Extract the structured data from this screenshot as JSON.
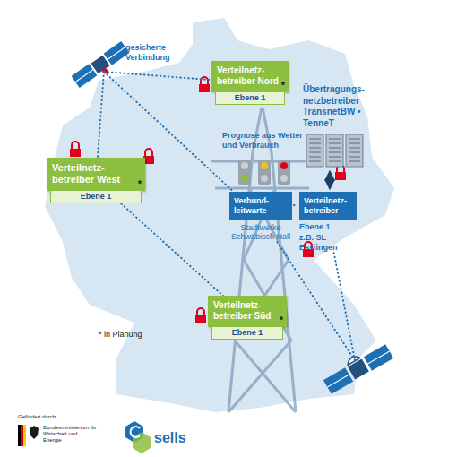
{
  "diagram": {
    "nodes": [
      {
        "text": [
          "Verteilnetz- betreiber Nord",
          "*",
          "Ebene 1"
        ]
      },
      {
        "text": [
          "Übertragungs- netzbetreiber TransnetBW • TenneT"
        ]
      },
      {
        "text": [
          "Verteilnetz- betreiber West",
          "*",
          "Ebene 1"
        ]
      },
      {
        "text": [
          "Verbund- leitwarte",
          "Stadtwerke Schwäbisch Hall"
        ]
      },
      {
        "text": [
          "Verteilnetz- betreiber",
          "Ebene 1",
          "z.B. SL Esslingen"
        ]
      },
      {
        "text": [
          "Verteilnetz- betreiber Süd",
          "*",
          "Ebene 1"
        ]
      }
    ],
    "edges": [
      {
        "from": 1,
        "to": 4,
        "arrow": "both"
      },
      {
        "from": 3,
        "to": 4,
        "arrow": "none"
      },
      {
        "from": 2,
        "to": 5,
        "arrow": "none"
      }
    ],
    "labels": [
      "gesicherte Verbindung",
      "Prognose aus Wetter und Verbrauch",
      "* in Planung",
      "Gefördert durch:",
      "Bundesministerium für Wirtschaft und Energie",
      "sells"
    ]
  }
}
